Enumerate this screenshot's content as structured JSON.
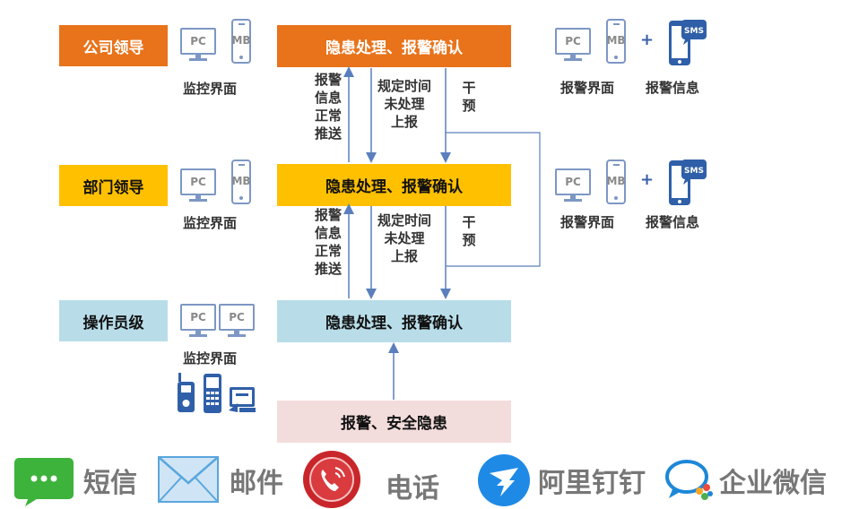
{
  "roles": {
    "company": "公司领导",
    "department": "部门领导",
    "operator": "操作员级"
  },
  "process": {
    "top": "隐患处理、报警确认",
    "middle": "隐患处理、报警确认",
    "bottom": "隐患处理、报警确认",
    "source": "报警、安全隐患"
  },
  "flow": {
    "push_up_1": "报警\n信息\n正常\n推送",
    "timeout_1": "规定时间\n未处理\n上报",
    "intervene_1": "干\n预",
    "push_up_2": "报警\n信息\n正常\n推送",
    "timeout_2": "规定时间\n未处理\n上报",
    "intervene_2": "干\n预"
  },
  "devices": {
    "pc": "PC",
    "mb": "MB",
    "sms": "SMS",
    "monitor_label": "监控界面",
    "alarm_ui_label": "报警界面",
    "alarm_info_label": "报警信息",
    "plus": "+"
  },
  "channels": {
    "sms": "短信",
    "mail": "邮件",
    "phone": "电话",
    "dingtalk": "阿里钉钉",
    "wecom": "企业微信"
  },
  "colors": {
    "company": "#e8731b",
    "department": "#ffc000",
    "operator": "#b8dde9",
    "source": "#f3dcdc",
    "line": "#5b7fbd"
  }
}
